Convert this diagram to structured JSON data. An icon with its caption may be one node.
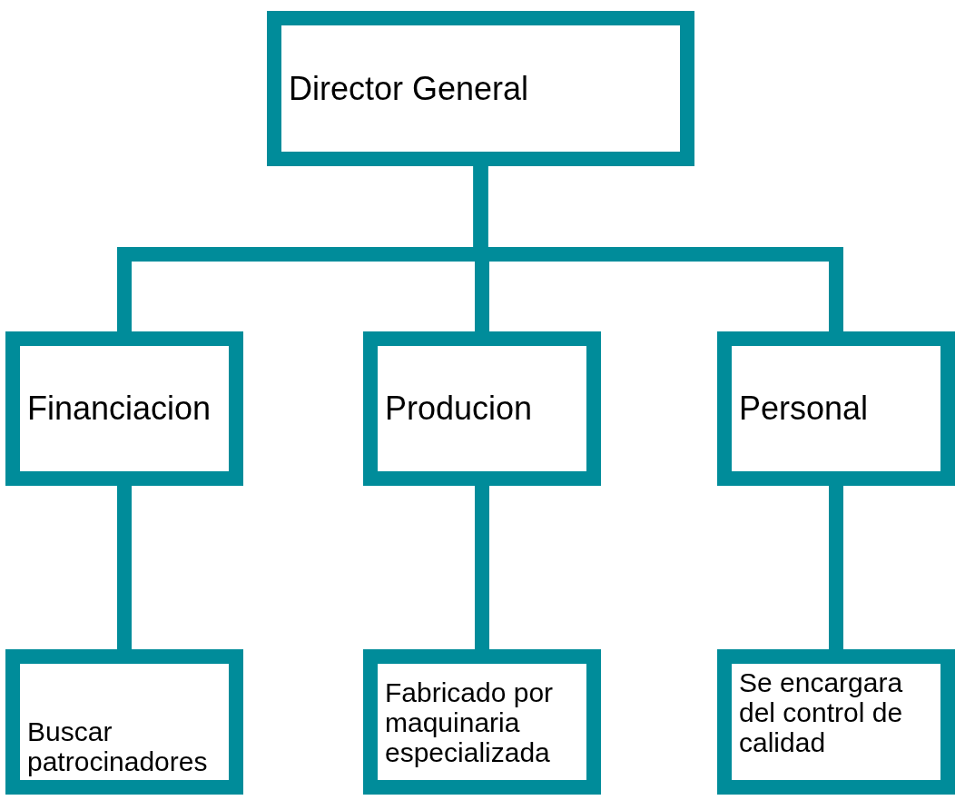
{
  "diagram": {
    "nodes": [
      {
        "text": [
          "Director General"
        ]
      },
      {
        "text": [
          "Financiacion"
        ]
      },
      {
        "text": [
          "Producion"
        ]
      },
      {
        "text": [
          "Personal"
        ]
      },
      {
        "text": [
          "Buscar patrocinadores"
        ]
      },
      {
        "text": [
          "Fabricado por maquinaria especializada"
        ]
      },
      {
        "text": [
          "Se encargara del control de calidad"
        ]
      }
    ],
    "edges": [
      {
        "from": 0,
        "to": 1,
        "arrow": "none"
      },
      {
        "from": 0,
        "to": 2,
        "arrow": "none"
      },
      {
        "from": 0,
        "to": 3,
        "arrow": "none"
      },
      {
        "from": 1,
        "to": 4,
        "arrow": "none"
      },
      {
        "from": 2,
        "to": 5,
        "arrow": "none"
      },
      {
        "from": 3,
        "to": 6,
        "arrow": "none"
      }
    ]
  }
}
